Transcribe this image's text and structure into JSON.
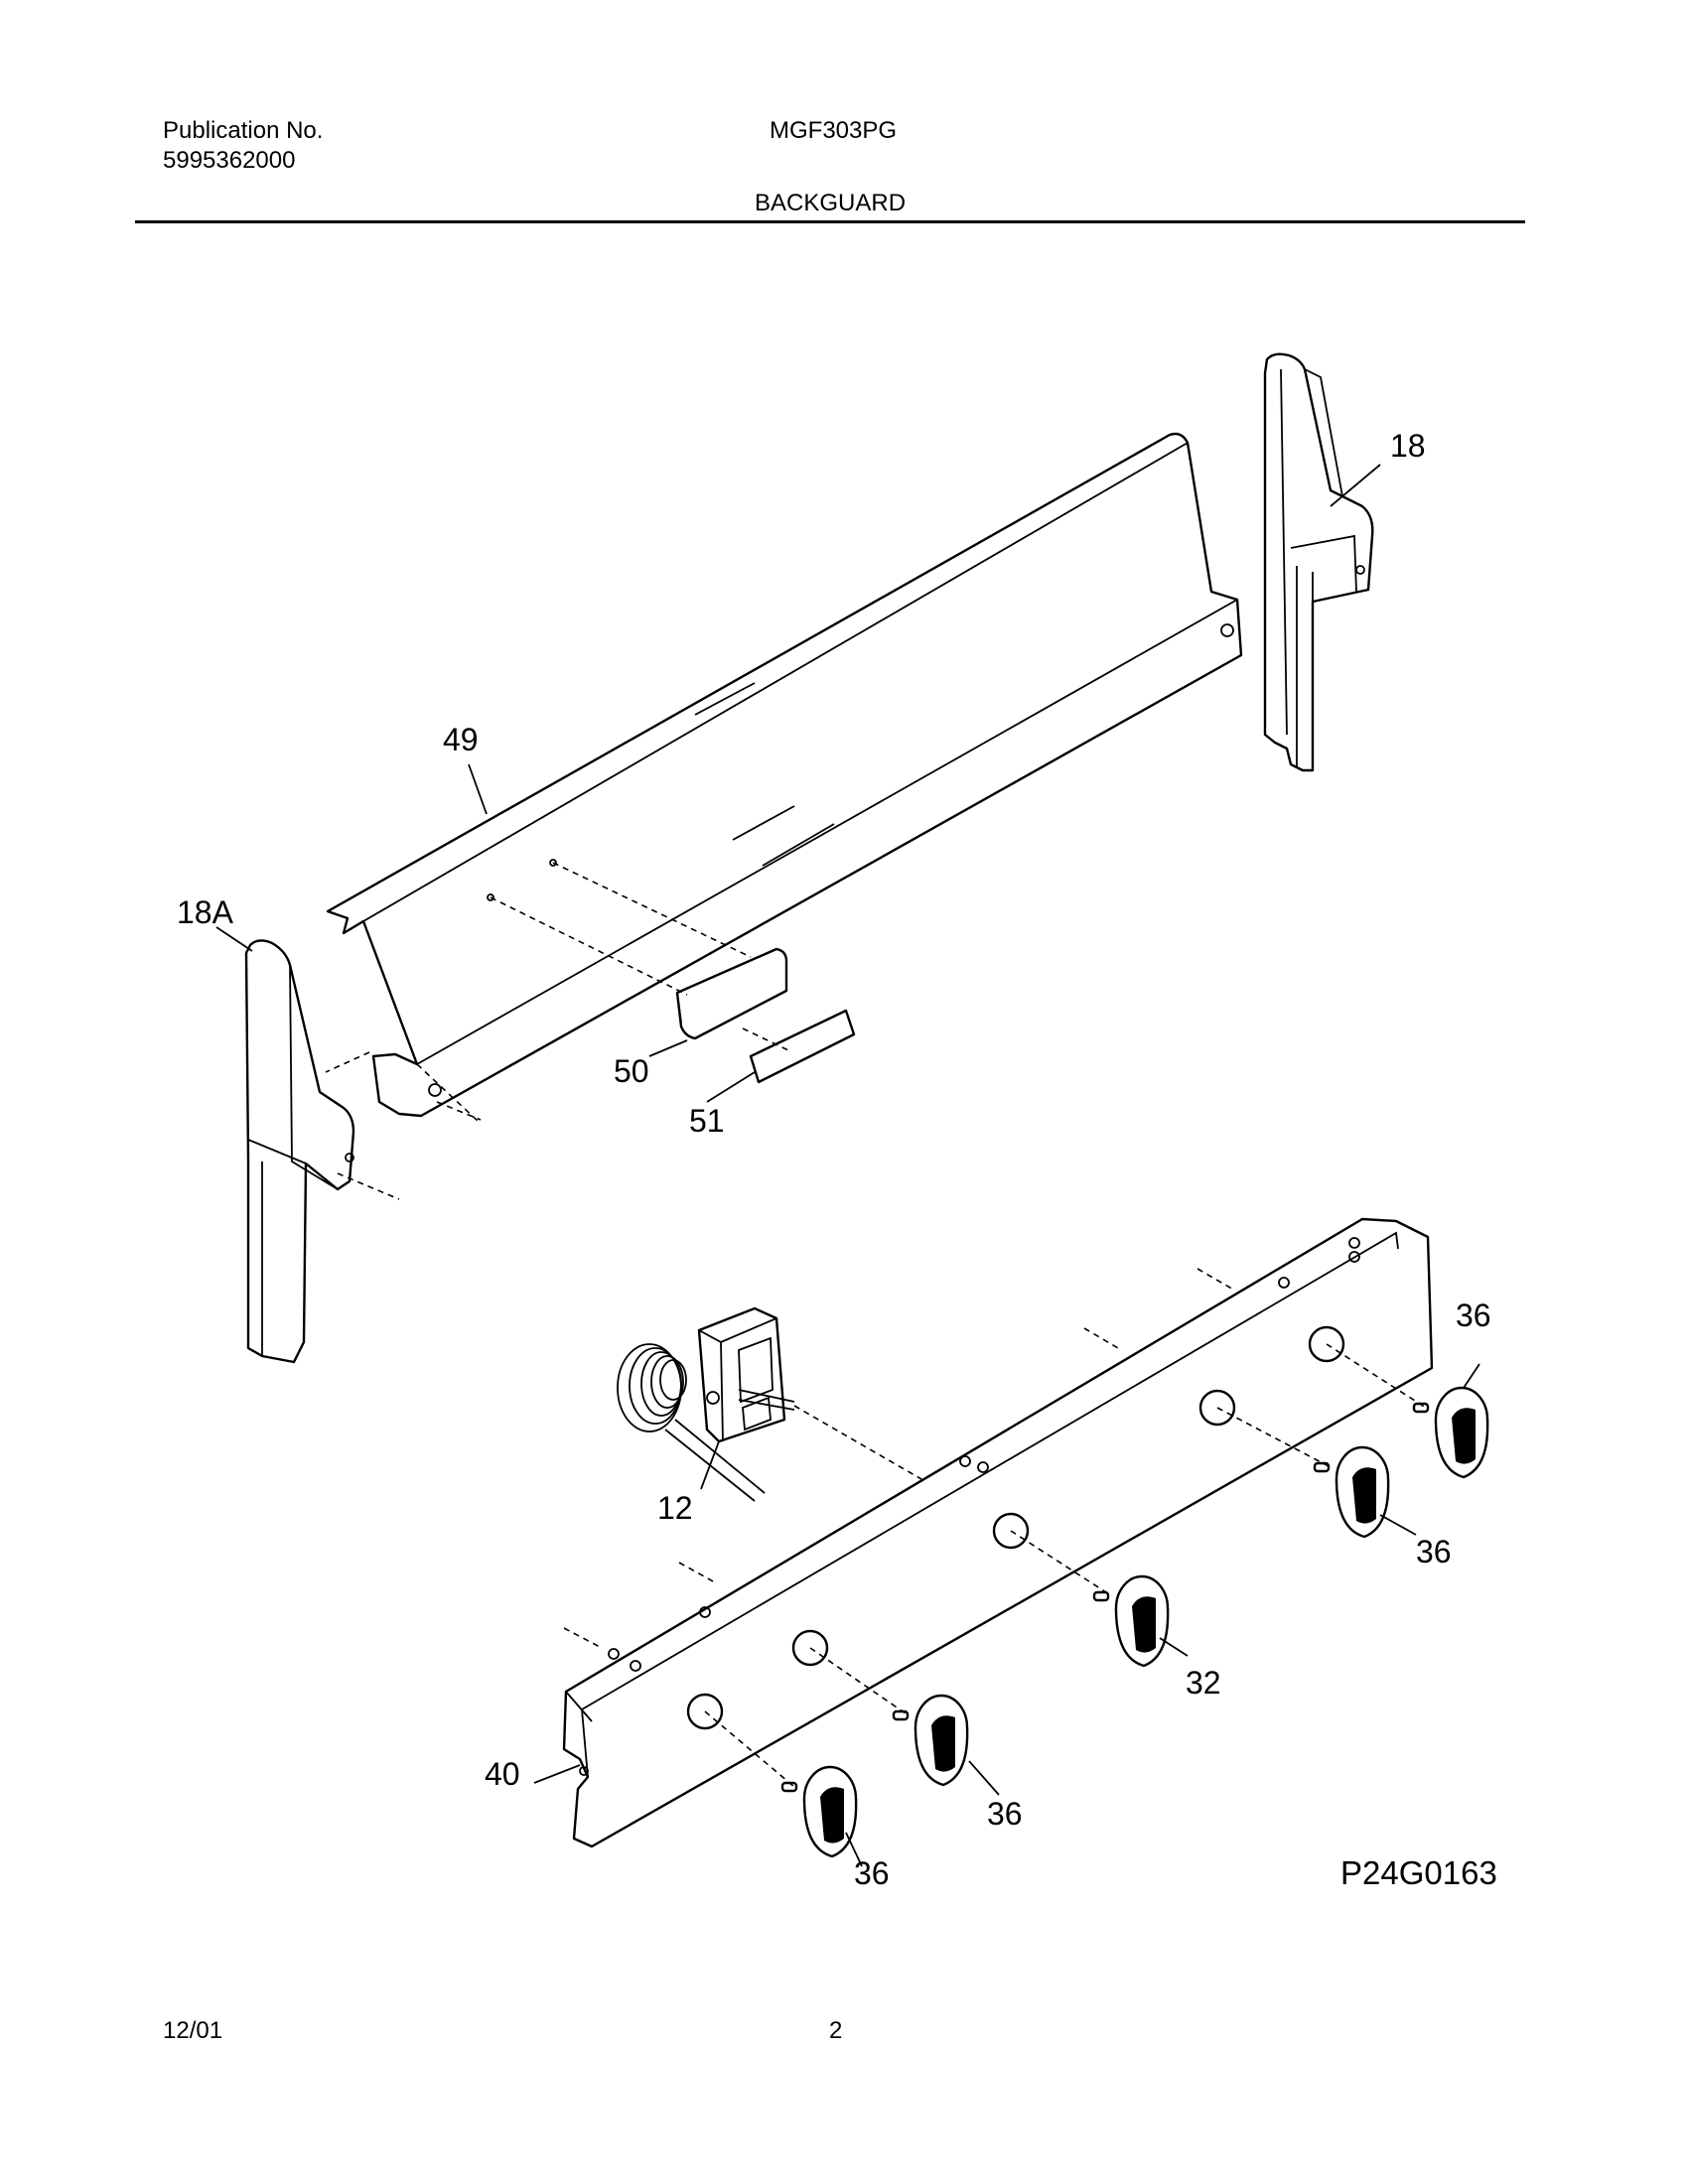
{
  "header": {
    "publication_label": "Publication No.",
    "publication_number": "5995362000",
    "model": "MGF303PG",
    "section_title": "BACKGUARD"
  },
  "diagram": {
    "reference_code": "P24G0163",
    "callouts": {
      "c18": "18",
      "c49": "49",
      "c18a": "18A",
      "c50": "50",
      "c51": "51",
      "c12": "12",
      "c36a": "36",
      "c36b": "36",
      "c36c": "36",
      "c36d": "36",
      "c32": "32",
      "c40": "40"
    }
  },
  "footer": {
    "date": "12/01",
    "page": "2"
  }
}
